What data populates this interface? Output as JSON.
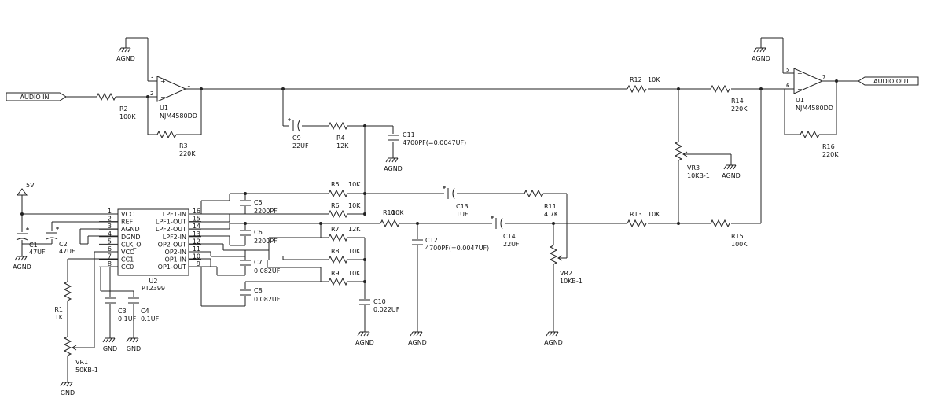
{
  "ports": {
    "audio_in": "AUDIO IN",
    "audio_out": "AUDIO OUT"
  },
  "supply": {
    "vcc": "5V"
  },
  "grounds": {
    "agnd": "AGND",
    "gnd": "GND"
  },
  "opamps": {
    "u1a": {
      "ref": "U1",
      "part": "NJM4580DD",
      "pins": [
        "3",
        "2",
        "1"
      ]
    },
    "u1b": {
      "ref": "U1",
      "part": "NJM4580DD",
      "pins": [
        "5",
        "6",
        "7"
      ]
    }
  },
  "ic": {
    "ref": "U2",
    "part": "PT2399",
    "left_pins": [
      {
        "num": "1",
        "name": "VCC"
      },
      {
        "num": "2",
        "name": "REF"
      },
      {
        "num": "3",
        "name": "AGND"
      },
      {
        "num": "4",
        "name": "DGND"
      },
      {
        "num": "5",
        "name": "CLK_O"
      },
      {
        "num": "6",
        "name": "VCO"
      },
      {
        "num": "7",
        "name": "CC1"
      },
      {
        "num": "8",
        "name": "CC0"
      }
    ],
    "right_pins": [
      {
        "num": "16",
        "name": "LPF1-IN"
      },
      {
        "num": "15",
        "name": "LPF1-OUT"
      },
      {
        "num": "14",
        "name": "LPF2-OUT"
      },
      {
        "num": "13",
        "name": "LPF2-IN"
      },
      {
        "num": "12",
        "name": "OP2-OUT"
      },
      {
        "num": "11",
        "name": "OP2-IN"
      },
      {
        "num": "10",
        "name": "OP1-IN"
      },
      {
        "num": "9",
        "name": "OP1-OUT"
      }
    ]
  },
  "parts": {
    "R1": {
      "ref": "R1",
      "val": "1K"
    },
    "R2": {
      "ref": "R2",
      "val": "100K"
    },
    "R3": {
      "ref": "R3",
      "val": "220K"
    },
    "R4": {
      "ref": "R4",
      "val": "12K"
    },
    "R5": {
      "ref": "R5",
      "val": "10K"
    },
    "R6": {
      "ref": "R6",
      "val": "10K"
    },
    "R7": {
      "ref": "R7",
      "val": "12K"
    },
    "R8": {
      "ref": "R8",
      "val": "10K"
    },
    "R9": {
      "ref": "R9",
      "val": "10K"
    },
    "R10": {
      "ref": "R10",
      "val": "10K"
    },
    "R11": {
      "ref": "R11",
      "val": "4.7K"
    },
    "R12": {
      "ref": "R12",
      "val": "10K"
    },
    "R13": {
      "ref": "R13",
      "val": "10K"
    },
    "R14": {
      "ref": "R14",
      "val": "220K"
    },
    "R15": {
      "ref": "R15",
      "val": "100K"
    },
    "R16": {
      "ref": "R16",
      "val": "220K"
    },
    "C1": {
      "ref": "C1",
      "val": "47UF"
    },
    "C2": {
      "ref": "C2",
      "val": "47UF"
    },
    "C3": {
      "ref": "C3",
      "val": "0.1UF"
    },
    "C4": {
      "ref": "C4",
      "val": "0.1UF"
    },
    "C5": {
      "ref": "C5",
      "val": "2200PF"
    },
    "C6": {
      "ref": "C6",
      "val": "2200PF"
    },
    "C7": {
      "ref": "C7",
      "val": "0.082UF"
    },
    "C8": {
      "ref": "C8",
      "val": "0.082UF"
    },
    "C9": {
      "ref": "C9",
      "val": "22UF"
    },
    "C10": {
      "ref": "C10",
      "val": "0.022UF"
    },
    "C11": {
      "ref": "C11",
      "val": "4700PF(=0.0047UF)"
    },
    "C12": {
      "ref": "C12",
      "val": "4700PF(=0.0047UF)"
    },
    "C13": {
      "ref": "C13",
      "val": "1UF"
    },
    "C14": {
      "ref": "C14",
      "val": "22UF"
    },
    "VR1": {
      "ref": "VR1",
      "val": "50KB-1"
    },
    "VR2": {
      "ref": "VR2",
      "val": "10KB-1"
    },
    "VR3": {
      "ref": "VR3",
      "val": "10KB-1"
    }
  }
}
